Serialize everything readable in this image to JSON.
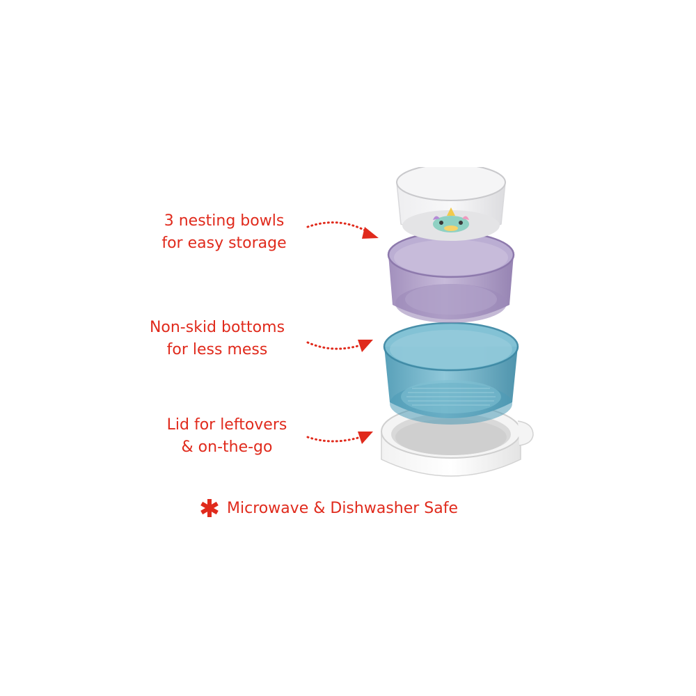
{
  "colors": {
    "accent": "#e02a1c",
    "clear_bowl": "#e6e6e8",
    "purple_bowl": "#a998c2",
    "blue_bowl": "#5aa5bd",
    "lid": "#d6d6d6"
  },
  "callouts": [
    {
      "line1": "3 nesting bowls",
      "line2": "for easy storage"
    },
    {
      "line1": "Non-skid bottoms",
      "line2": "for less mess"
    },
    {
      "line1": "Lid for leftovers",
      "line2": "& on-the-go"
    }
  ],
  "footer": {
    "icon": "asterisk-icon",
    "text": "Microwave & Dishwasher Safe"
  }
}
